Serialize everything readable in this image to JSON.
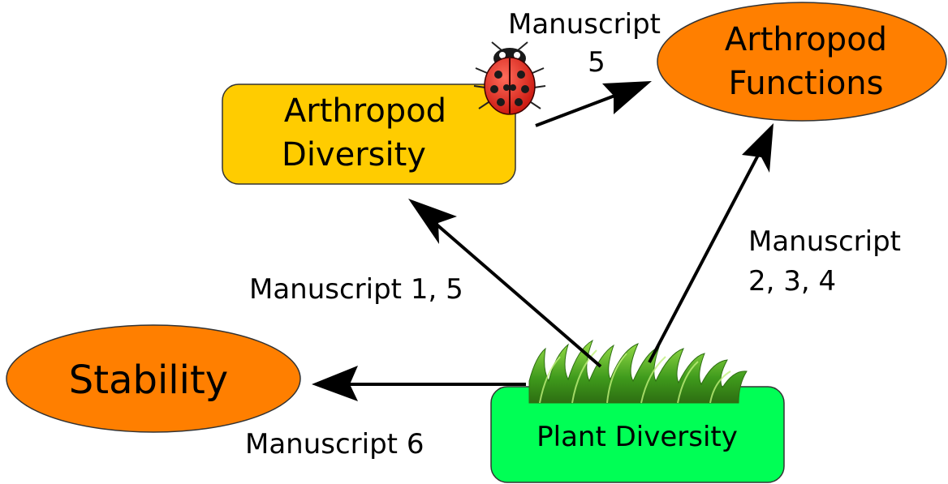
{
  "nodes": {
    "arthropod_diversity": {
      "line1": "Arthropod",
      "line2": "Diversity",
      "fill": "#ffcc00"
    },
    "arthropod_functions": {
      "line1": "Arthropod",
      "line2": "Functions",
      "fill": "#ff7f00"
    },
    "stability": {
      "label": "Stability",
      "fill": "#ff7f00"
    },
    "plant_diversity": {
      "label": "Plant Diversity",
      "fill": "#00ff55"
    }
  },
  "edges": {
    "diversity_to_functions": {
      "line1": "Manuscript",
      "line2": "5"
    },
    "plant_to_arthropod_diversity": {
      "label": "Manuscript 1, 5"
    },
    "plant_to_arthropod_functions": {
      "line1": "Manuscript",
      "line2": "2, 3, 4"
    },
    "plant_to_stability": {
      "label": "Manuscript 6"
    }
  },
  "icons": {
    "ladybug": "ladybug-icon",
    "grass": "grass-icon"
  }
}
